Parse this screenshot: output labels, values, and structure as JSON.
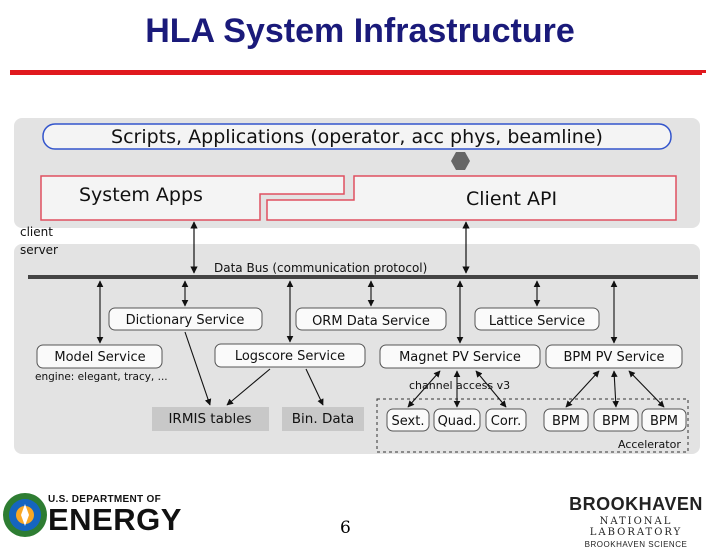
{
  "title": "HLA System Infrastructure",
  "diagram": {
    "top_bar": "Scripts, Applications (operator, acc phys, beamline)",
    "system_apps": "System Apps",
    "client_api": "Client API",
    "client_label": "client",
    "server_label": "server",
    "data_bus": "Data Bus (communication protocol)",
    "dictionary_service": "Dictionary Service",
    "orm_service": "ORM Data Service",
    "lattice_service": "Lattice Service",
    "model_service": "Model Service",
    "logscore_service": "Logscore Service",
    "magnet_pv_service": "Magnet PV Service",
    "bpm_pv_service": "BPM PV Service",
    "engine_note": "engine: elegant, tracy, ...",
    "channel_access": "channel access v3",
    "irmis": "IRMIS tables",
    "bin_data": "Bin. Data",
    "sext": "Sext.",
    "quad": "Quad.",
    "corr": "Corr.",
    "bpm1": "BPM",
    "bpm2": "BPM",
    "bpm3": "BPM",
    "accelerator": "Accelerator"
  },
  "footer": {
    "page_number": "6",
    "doe_small": "U.S. DEPARTMENT OF",
    "doe_big": "ENERGY",
    "bnl_big": "BROOKHAVEN",
    "bnl_mid": "NATIONAL LABORATORY",
    "bnl_small": "BROOKHAVEN SCIENCE"
  },
  "colors": {
    "title": "#1a1a7a",
    "rule": "#e0191e",
    "panel_gray": "#e3e3e3",
    "blue_outline": "#3355cc",
    "red_outline": "#e05060"
  }
}
